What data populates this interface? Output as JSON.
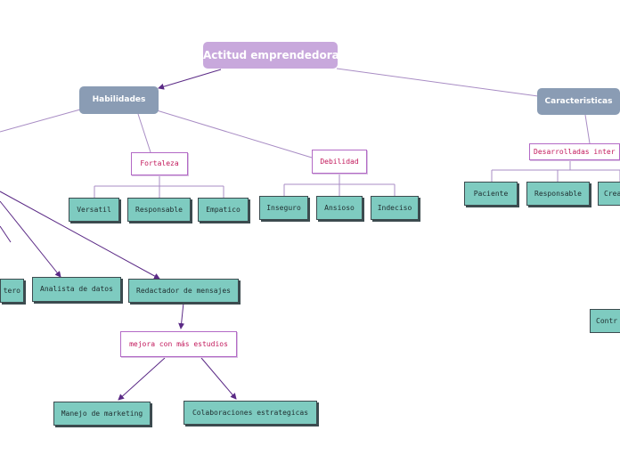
{
  "root": "Actitud emprendedoras",
  "habilidades": {
    "label": "Habilidades",
    "fortaleza": {
      "label": "Fortaleza",
      "items": [
        "Versatil",
        "Responsable",
        "Empatico"
      ]
    },
    "debilidad": {
      "label": "Debilidad",
      "items": [
        "Inseguro",
        "Ansioso",
        "Indeciso"
      ]
    },
    "roles": [
      "tero",
      "Analista de datos",
      "Redactador de mensajes"
    ],
    "mejora": {
      "label": "mejora con más estudios",
      "items": [
        "Manejo de marketing",
        "Colaboraciones estrategicas"
      ]
    }
  },
  "caracteristicas": {
    "label": "Caracteristicas",
    "desarrolladas": {
      "label": "Desarrolladas inter",
      "items": [
        "Paciente",
        "Responsable",
        "Crea"
      ]
    },
    "extra": "Contr"
  },
  "colors": {
    "root": "#c8a8dc",
    "main": "#8a9cb4",
    "leaf": "#7ecbc0",
    "sub_border": "#b36ac6",
    "link": "#5b2a86"
  }
}
